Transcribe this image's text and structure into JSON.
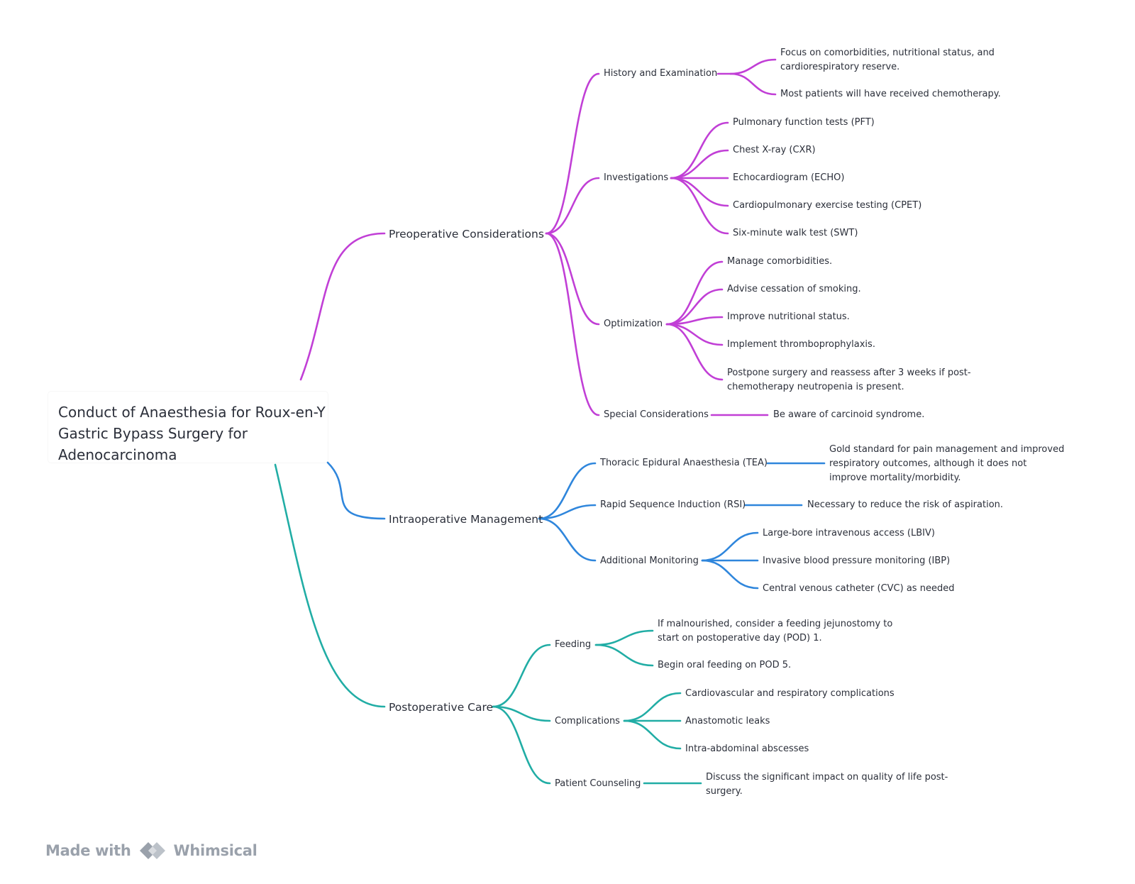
{
  "root": {
    "title": "Conduct of Anaesthesia for Roux-en-Y Gastric Bypass Surgery for Adenocarcinoma"
  },
  "colors": {
    "preop": "#c13fd6",
    "intraop": "#2f86dc",
    "postop": "#21ada5",
    "footer": "#9aa1ab"
  },
  "branches": {
    "preop": {
      "label": "Preoperative Considerations",
      "history": {
        "label": "History and Examination",
        "items": [
          "Focus on comorbidities, nutritional status, and cardiorespiratory reserve.",
          "Most patients will have received chemotherapy."
        ]
      },
      "investigations": {
        "label": "Investigations",
        "items": [
          "Pulmonary function tests (PFT)",
          "Chest X-ray (CXR)",
          "Echocardiogram (ECHO)",
          "Cardiopulmonary exercise testing (CPET)",
          "Six-minute walk test (SWT)"
        ]
      },
      "optimization": {
        "label": "Optimization",
        "items": [
          "Manage comorbidities.",
          "Advise cessation of smoking.",
          "Improve nutritional status.",
          "Implement thromboprophylaxis.",
          "Postpone surgery and reassess after 3 weeks if post-chemotherapy neutropenia is present."
        ]
      },
      "special": {
        "label": "Special Considerations",
        "items": [
          "Be aware of carcinoid syndrome."
        ]
      }
    },
    "intraop": {
      "label": "Intraoperative Management",
      "tea": {
        "label": "Thoracic Epidural Anaesthesia (TEA)",
        "items": [
          "Gold standard for pain management and improved respiratory outcomes, although it does not improve mortality/morbidity."
        ]
      },
      "rsi": {
        "label": "Rapid Sequence Induction (RSI)",
        "items": [
          "Necessary to reduce the risk of aspiration."
        ]
      },
      "monitoring": {
        "label": "Additional Monitoring",
        "items": [
          "Large-bore intravenous access (LBIV)",
          "Invasive blood pressure monitoring (IBP)",
          "Central venous catheter (CVC) as needed"
        ]
      }
    },
    "postop": {
      "label": "Postoperative Care",
      "feeding": {
        "label": "Feeding",
        "items": [
          "If malnourished, consider a feeding jejunostomy to start on postoperative day (POD) 1.",
          "Begin oral feeding on POD 5."
        ]
      },
      "complications": {
        "label": "Complications",
        "items": [
          "Cardiovascular and respiratory complications",
          "Anastomotic leaks",
          "Intra-abdominal abscesses"
        ]
      },
      "counseling": {
        "label": "Patient Counseling",
        "items": [
          "Discuss the significant impact on quality of life post-surgery."
        ]
      }
    }
  },
  "footer": {
    "made_with": "Made with",
    "brand": "Whimsical",
    "logo_icon": "whimsical-logo-icon"
  }
}
